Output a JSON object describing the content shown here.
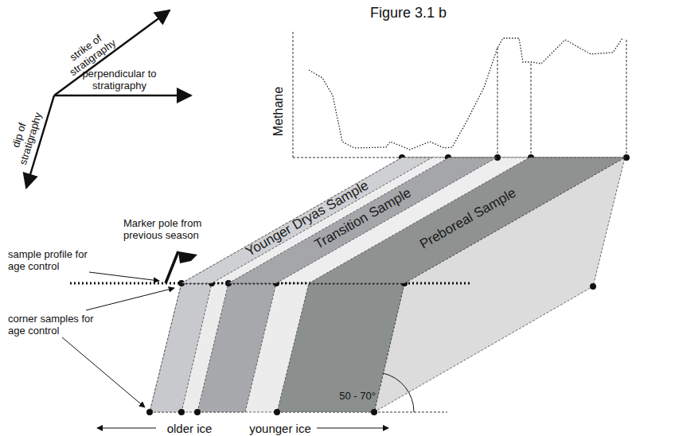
{
  "diagram": {
    "title": "Figure 3.1 b",
    "nodes": [
      {
        "text": [
          "Younger Dryas Sample"
        ]
      },
      {
        "text": [
          "Transition Sample"
        ]
      },
      {
        "text": [
          "Preboreal Sample"
        ]
      }
    ],
    "labels": [
      "strike of stratigraphy",
      "perpendicular to stratigraphy",
      "dip of stratigraphy",
      "Methane",
      "Marker pole from previous season",
      "sample profile for age control",
      "corner samples for age control",
      "older ice",
      "younger ice",
      "50 - 70°"
    ]
  }
}
